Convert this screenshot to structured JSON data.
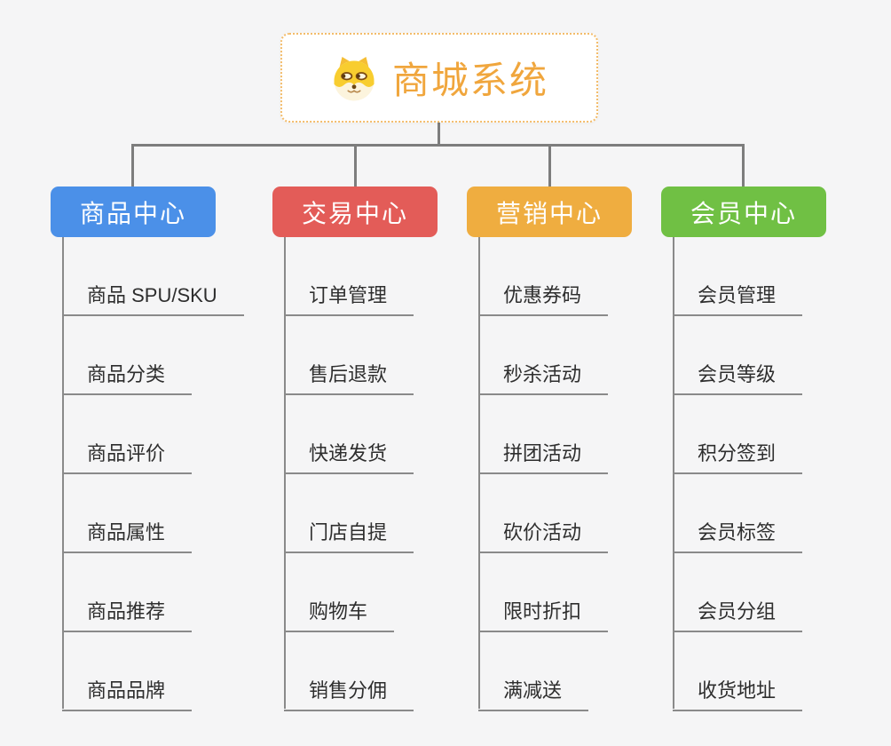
{
  "canvas": {
    "background_color": "#f5f5f6",
    "connector_color": "#7d7d7d",
    "sub_connector_color": "#8a8a8a"
  },
  "root": {
    "title": "商城系统",
    "text_color": "#f0a63d",
    "border_color": "#f3bc6a",
    "icon": "shiba-dog-icon"
  },
  "branches": [
    {
      "id": "product-center",
      "label": "商品中心",
      "color": "#4b90e8",
      "items": [
        "商品 SPU/SKU",
        "商品分类",
        "商品评价",
        "商品属性",
        "商品推荐",
        "商品品牌"
      ]
    },
    {
      "id": "trade-center",
      "label": "交易中心",
      "color": "#e35c58",
      "items": [
        "订单管理",
        "售后退款",
        "快递发货",
        "门店自提",
        "购物车",
        "销售分佣"
      ]
    },
    {
      "id": "marketing-center",
      "label": "营销中心",
      "color": "#efad40",
      "items": [
        "优惠券码",
        "秒杀活动",
        "拼团活动",
        "砍价活动",
        "限时折扣",
        "满减送"
      ]
    },
    {
      "id": "member-center",
      "label": "会员中心",
      "color": "#70c044",
      "items": [
        "会员管理",
        "会员等级",
        "积分签到",
        "会员标签",
        "会员分组",
        "收货地址"
      ]
    }
  ]
}
